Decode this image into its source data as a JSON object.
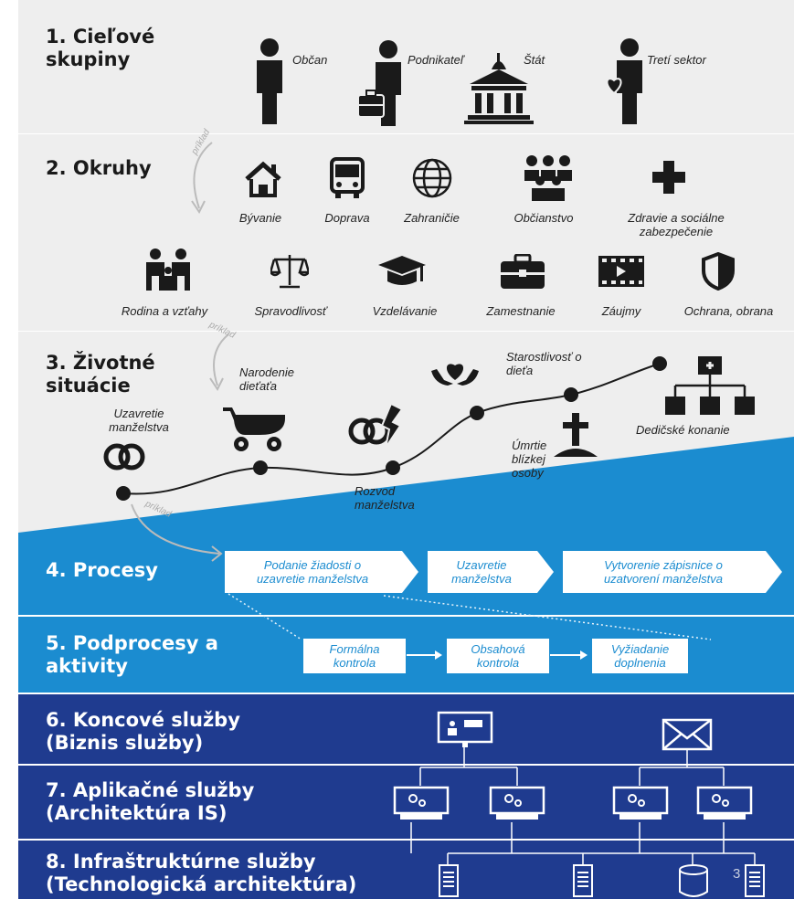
{
  "colors": {
    "grey": "#eeeeee",
    "light_blue": "#1b8cd0",
    "dark_blue": "#1f3b8f",
    "icon": "#1a1a1a"
  },
  "levels": {
    "l1": "1. Cieľové\nskupiny",
    "l2": "2. Okruhy",
    "l3": "3. Životné\nsituácie",
    "l4": "4. Procesy",
    "l5": "5. Podprocesy a\naktivity",
    "l6": "6. Koncové služby\n(Biznis služby)",
    "l7": "7. Aplikačné služby\n(Architektúra IS)",
    "l8": "8. Infraštruktúrne služby\n(Technologická architektúra)"
  },
  "groups": [
    "Občan",
    "Podnikateľ",
    "Štát",
    "Tretí sektor"
  ],
  "domains_row1": [
    "Bývanie",
    "Doprava",
    "Zahraničie",
    "Občianstvo",
    "Zdravie a sociálne\nzabezpečenie"
  ],
  "domains_row2": [
    "Rodina a vzťahy",
    "Spravodlivosť",
    "Vzdelávanie",
    "Zamestnanie",
    "Záujmy",
    "Ochrana, obrana"
  ],
  "situations": [
    "Uzavretie\nmanželstva",
    "Narodenie\ndieťaťa",
    "Rozvod\nmanželstva",
    "Starostlivosť o\ndieťa",
    "Úmrtie\nblízkej\nosoby",
    "Dedičské konanie"
  ],
  "priklad": [
    "príklad",
    "príklad",
    "príklad"
  ],
  "processes": [
    "Podanie žiadosti o\nuzavretie manželstva",
    "Uzavretie\nmanželstva",
    "Vytvorenie zápisnice o\nuzatvorení manželstva"
  ],
  "subprocesses": [
    "Formálna\nkontrola",
    "Obsahová\nkontrola",
    "Vyžiadanie\ndoplnenia"
  ],
  "page_number": "3",
  "icons": [
    "person-icon",
    "businessman-icon",
    "government-building-icon",
    "person-heart-icon",
    "house-icon",
    "bus-icon",
    "globe-icon",
    "people-group-icon",
    "medical-cross-icon",
    "family-icon",
    "scales-icon",
    "graduation-cap-icon",
    "briefcase-icon",
    "film-icon",
    "shield-icon",
    "wedding-rings-icon",
    "stroller-icon",
    "broken-rings-icon",
    "heart-hands-icon",
    "grave-cross-icon",
    "org-chart-icon",
    "kiosk-monitor-icon",
    "envelope-icon",
    "app-monitor-icon",
    "server-icon",
    "database-icon"
  ]
}
